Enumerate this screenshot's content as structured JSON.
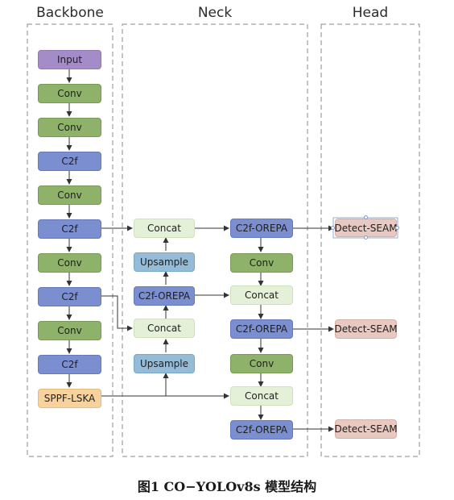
{
  "sections": {
    "backbone": "Backbone",
    "neck": "Neck",
    "head": "Head"
  },
  "nodes": {
    "input": "Input",
    "conv": "Conv",
    "c2f": "C2f",
    "sppf_lska": "SPPF-LSKA",
    "concat": "Concat",
    "upsample": "Upsample",
    "c2f_orepa": "C2f-OREPA",
    "detect_seam": "Detect-SEAM"
  },
  "caption": "图1  CO−YOLOv8s 模型结构",
  "colors": {
    "input": "#a48cc8",
    "conv": "#8fb26a",
    "c2f": "#7b8fd0",
    "sppf": "#f8d29c",
    "concat": "#e5f0d8",
    "upsample": "#94bcd8",
    "detect": "#e8c9c2",
    "dashed_border": "#8a8a8a",
    "arrow": "#333333"
  }
}
